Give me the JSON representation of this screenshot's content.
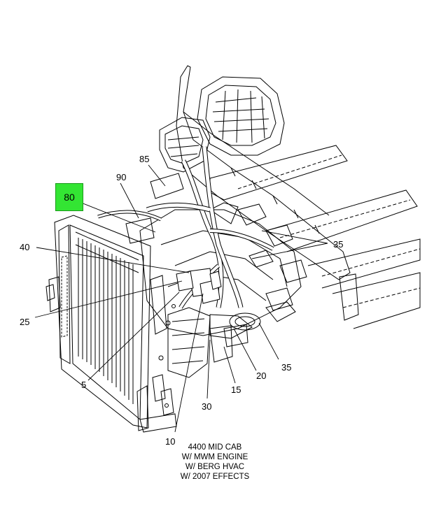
{
  "diagram": {
    "highlighted_callout": "80",
    "callouts": {
      "c5": "5",
      "c10": "10",
      "c15": "15",
      "c20": "20",
      "c25": "25",
      "c30": "30",
      "c35a": "35",
      "c35b": "35",
      "c40": "40",
      "c85": "85",
      "c90": "90"
    },
    "caption": [
      "4400 MID CAB",
      "W/ MWM ENGINE",
      "W/ BERG HVAC",
      "W/ 2007 EFFECTS"
    ],
    "colors": {
      "highlight": "#33e533",
      "line": "#000000"
    }
  }
}
